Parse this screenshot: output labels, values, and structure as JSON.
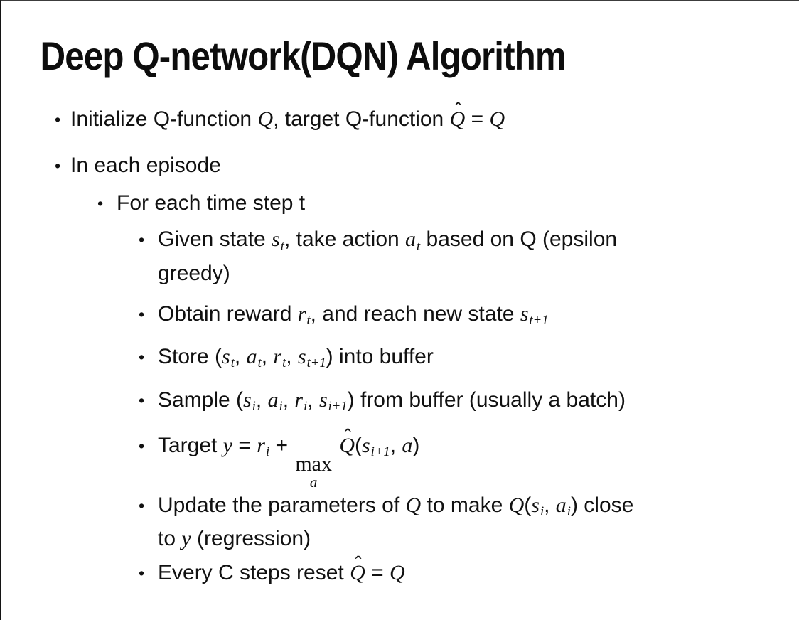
{
  "slide": {
    "title": "Deep Q-network(DQN) Algorithm",
    "background_color": "#ffffff",
    "text_color": "#111111",
    "border_color": "#141414"
  },
  "bullets": [
    {
      "level": 1,
      "segments": [
        {
          "s": "p",
          "t": "Initialize Q-function "
        },
        {
          "s": "m",
          "t": "Q"
        },
        {
          "s": "p",
          "t": ", target Q-function "
        },
        {
          "s": "m",
          "t": "Q",
          "hat": true
        },
        {
          "s": "p",
          "t": " = "
        },
        {
          "s": "m",
          "t": "Q"
        }
      ]
    },
    {
      "level": 1,
      "segments": [
        {
          "s": "p",
          "t": "In each episode"
        }
      ]
    },
    {
      "level": 2,
      "segments": [
        {
          "s": "p",
          "t": "For each time step t"
        }
      ]
    },
    {
      "level": 3,
      "segments": [
        {
          "s": "p",
          "t": "Given state "
        },
        {
          "s": "m",
          "t": "s",
          "sub": "t"
        },
        {
          "s": "p",
          "t": ", take action "
        },
        {
          "s": "m",
          "t": "a",
          "sub": "t"
        },
        {
          "s": "p",
          "t": " based on Q (epsilon"
        },
        {
          "s": "br"
        },
        {
          "s": "p",
          "t": "greedy)"
        }
      ]
    },
    {
      "level": 3,
      "segments": [
        {
          "s": "p",
          "t": "Obtain reward "
        },
        {
          "s": "m",
          "t": "r",
          "sub": "t"
        },
        {
          "s": "p",
          "t": ", and reach new state "
        },
        {
          "s": "m",
          "t": "s",
          "sub": "t+1"
        }
      ]
    },
    {
      "level": 3,
      "segments": [
        {
          "s": "p",
          "t": "Store ("
        },
        {
          "s": "m",
          "t": "s",
          "sub": "t"
        },
        {
          "s": "p",
          "t": ", "
        },
        {
          "s": "m",
          "t": "a",
          "sub": "t"
        },
        {
          "s": "p",
          "t": ", "
        },
        {
          "s": "m",
          "t": "r",
          "sub": "t"
        },
        {
          "s": "p",
          "t": ", "
        },
        {
          "s": "m",
          "t": "s",
          "sub": "t+1"
        },
        {
          "s": "p",
          "t": ") into buffer"
        }
      ]
    },
    {
      "level": 3,
      "segments": [
        {
          "s": "p",
          "t": "Sample ("
        },
        {
          "s": "m",
          "t": "s",
          "sub": "i"
        },
        {
          "s": "p",
          "t": ", "
        },
        {
          "s": "m",
          "t": "a",
          "sub": "i"
        },
        {
          "s": "p",
          "t": ", "
        },
        {
          "s": "m",
          "t": "r",
          "sub": "i"
        },
        {
          "s": "p",
          "t": ", "
        },
        {
          "s": "m",
          "t": "s",
          "sub": "i+1"
        },
        {
          "s": "p",
          "t": ") from buffer (usually a batch)"
        }
      ]
    },
    {
      "level": 3,
      "segments": [
        {
          "s": "p",
          "t": "Target "
        },
        {
          "s": "m",
          "t": "y"
        },
        {
          "s": "p",
          "t": " = "
        },
        {
          "s": "m",
          "t": "r",
          "sub": "i"
        },
        {
          "s": "p",
          "t": " + "
        },
        {
          "s": "op",
          "t": "max",
          "under": "a"
        },
        {
          "s": "p",
          "t": " "
        },
        {
          "s": "m",
          "t": "Q",
          "hat": true
        },
        {
          "s": "p",
          "t": "("
        },
        {
          "s": "m",
          "t": "s",
          "sub": "i+1"
        },
        {
          "s": "p",
          "t": ", "
        },
        {
          "s": "m",
          "t": "a"
        },
        {
          "s": "p",
          "t": ")"
        }
      ]
    },
    {
      "level": 3,
      "segments": [
        {
          "s": "p",
          "t": "Update the parameters of "
        },
        {
          "s": "m",
          "t": "Q"
        },
        {
          "s": "p",
          "t": " to make "
        },
        {
          "s": "m",
          "t": "Q"
        },
        {
          "s": "p",
          "t": "("
        },
        {
          "s": "m",
          "t": "s",
          "sub": "i"
        },
        {
          "s": "p",
          "t": ", "
        },
        {
          "s": "m",
          "t": "a",
          "sub": "i"
        },
        {
          "s": "p",
          "t": ") close"
        },
        {
          "s": "br"
        },
        {
          "s": "p",
          "t": "to "
        },
        {
          "s": "m",
          "t": "y"
        },
        {
          "s": "p",
          "t": " (regression)"
        }
      ]
    },
    {
      "level": 3,
      "segments": [
        {
          "s": "p",
          "t": "Every C steps reset "
        },
        {
          "s": "m",
          "t": "Q",
          "hat": true
        },
        {
          "s": "p",
          "t": " = "
        },
        {
          "s": "m",
          "t": "Q"
        }
      ]
    }
  ]
}
